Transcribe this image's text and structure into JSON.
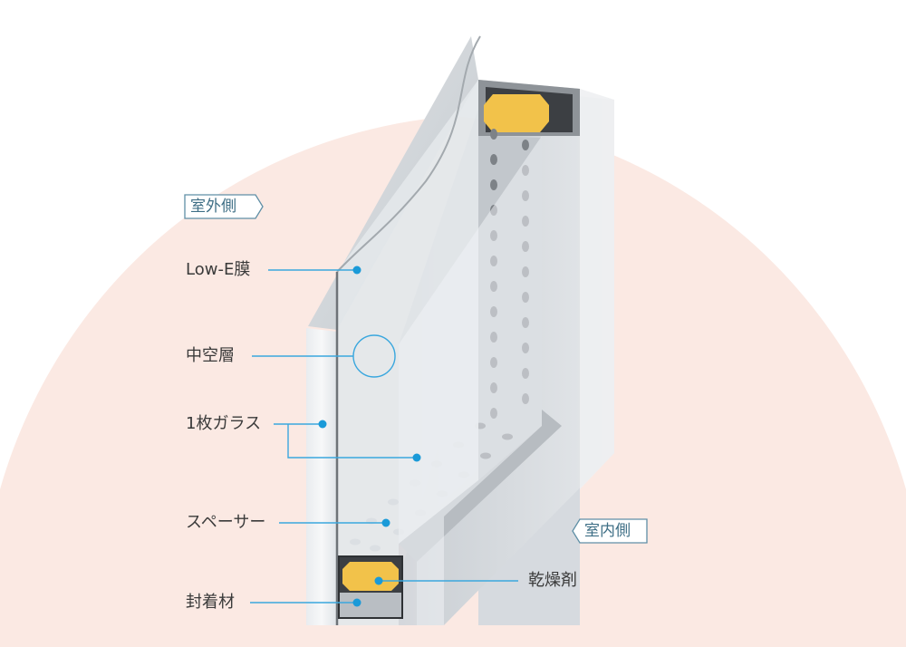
{
  "side_labels": {
    "outdoor": "室外側",
    "indoor": "室内側"
  },
  "callouts": {
    "low_e": "Low-E膜",
    "hollow_layer": "中空層",
    "single_glass": "1枚ガラス",
    "spacer": "スペーサー",
    "desiccant": "乾燥剤",
    "sealant": "封着材"
  },
  "colors": {
    "accent_dot": "#1a9ad8",
    "leader_line": "#3aa7de",
    "background_arc": "#fbe9e3",
    "desiccant": "#f2c24a",
    "tag_border": "#5f8fa6",
    "tag_text": "#3f6f86"
  }
}
